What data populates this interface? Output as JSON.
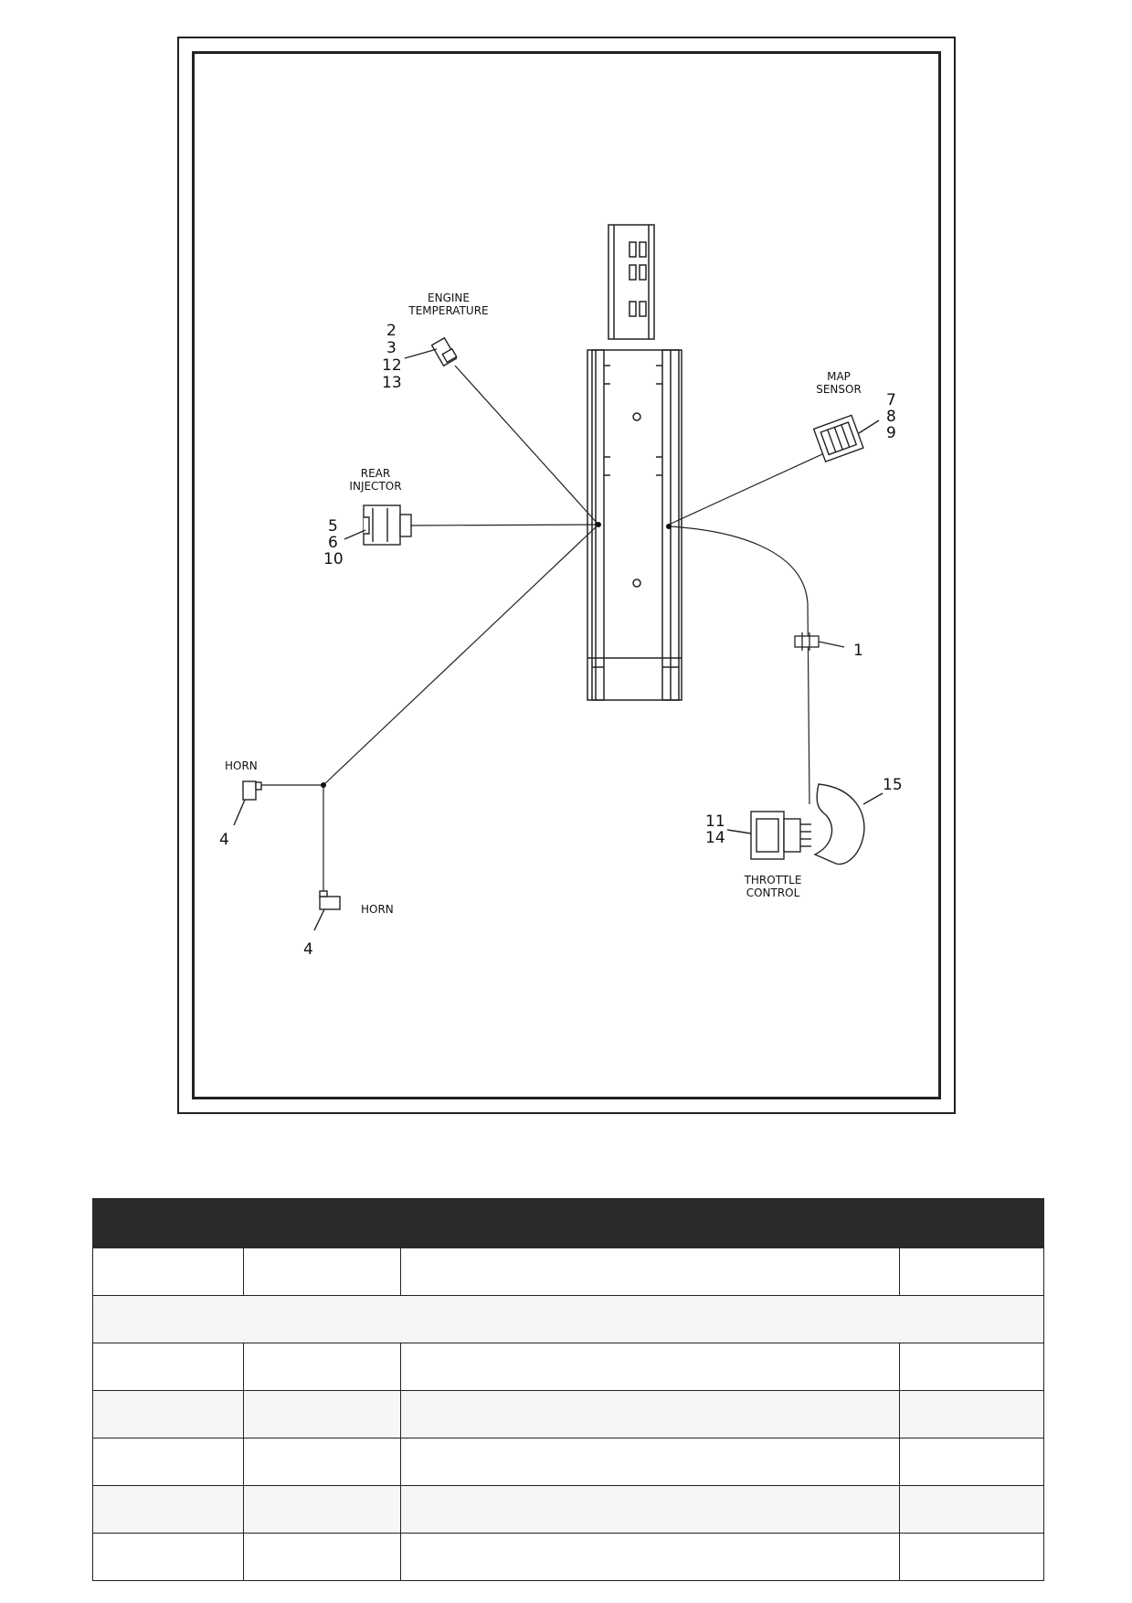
{
  "diagram": {
    "labels": {
      "engine_temperature": [
        "ENGINE",
        "TEMPERATURE"
      ],
      "map_sensor": [
        "MAP",
        "SENSOR"
      ],
      "rear_injector": [
        "REAR",
        "INJECTOR"
      ],
      "horn": "HORN",
      "throttle_control": [
        "THROTTLE",
        "CONTROL"
      ]
    },
    "callouts": {
      "engine_temperature": [
        "2",
        "3",
        "12",
        "13"
      ],
      "map_sensor": [
        "7",
        "8",
        "9"
      ],
      "rear_injector": [
        "5",
        "6",
        "10"
      ],
      "inline_connector": "1",
      "throttle_control": [
        "11",
        "14"
      ],
      "boot": "15",
      "horn": "4"
    }
  },
  "table": {
    "header_color": "#2b2a28",
    "rows": [
      {
        "type": "normal"
      },
      {
        "type": "spanned"
      },
      {
        "type": "normal"
      },
      {
        "type": "normal"
      },
      {
        "type": "normal"
      },
      {
        "type": "normal"
      },
      {
        "type": "normal"
      }
    ]
  }
}
